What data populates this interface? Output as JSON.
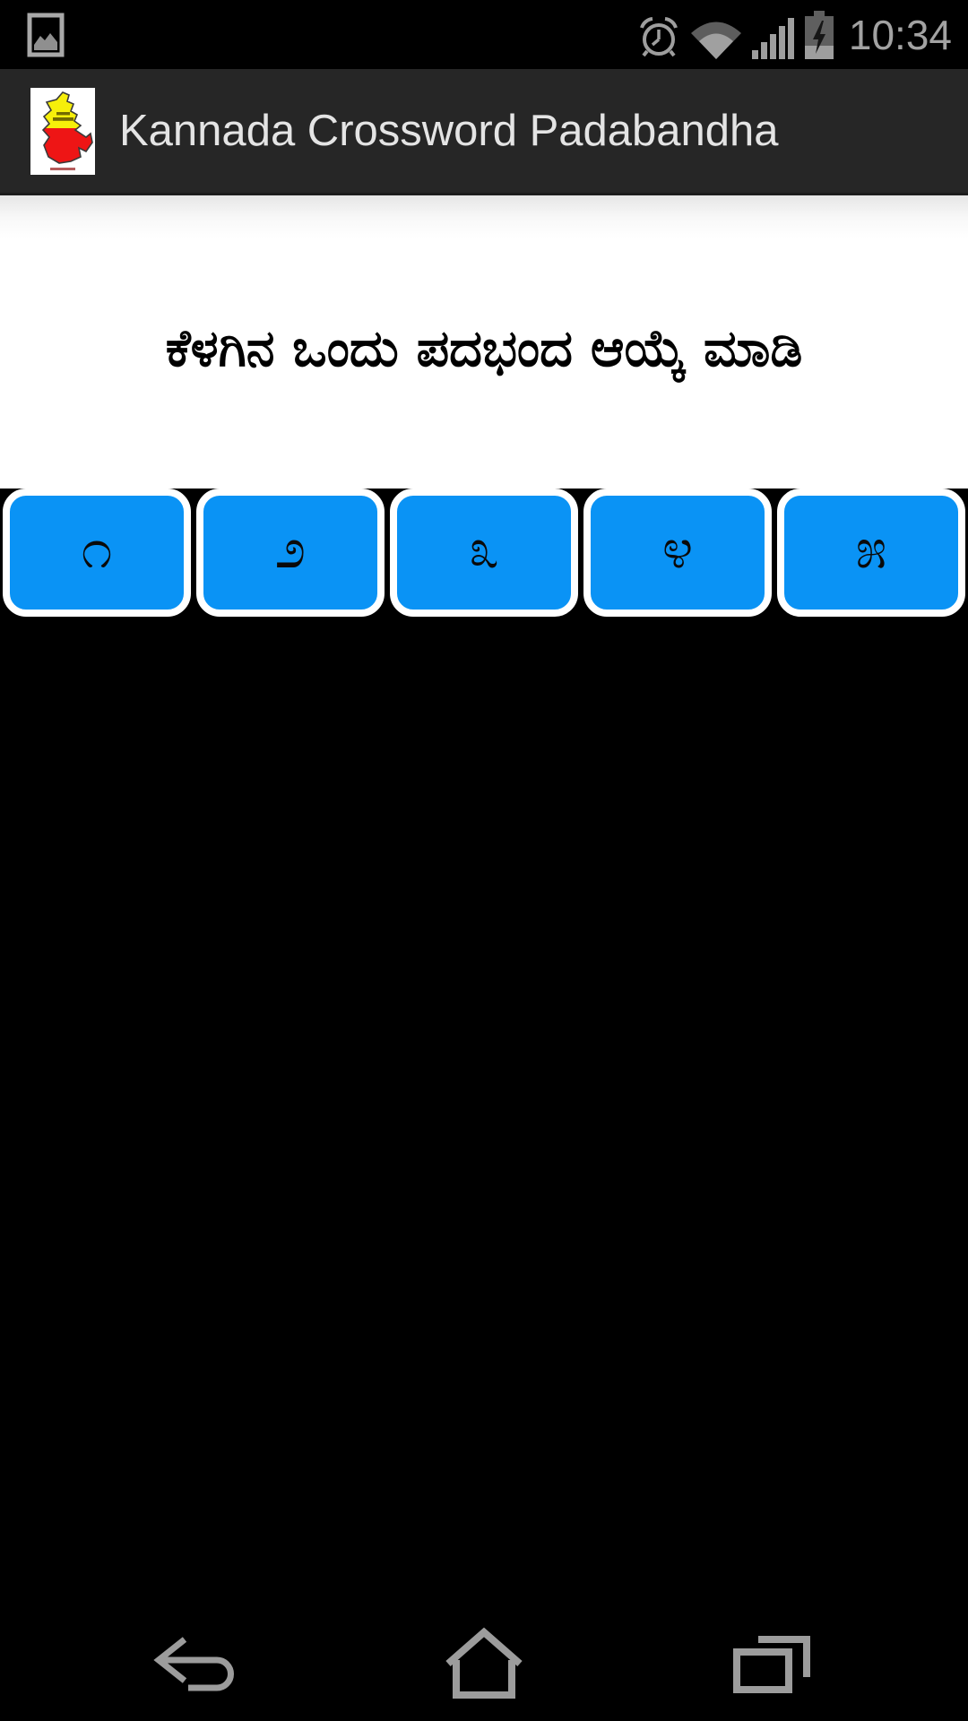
{
  "status_bar": {
    "time": "10:34",
    "left_icons": [
      "screenshot-notification"
    ],
    "right_icons": [
      "alarm-clock",
      "wifi",
      "signal-strength",
      "battery-charging"
    ]
  },
  "action_bar": {
    "title": "Kannada Crossword Padabandha",
    "app_icon": "karnataka-map-logo"
  },
  "content": {
    "instruction": "ಕೆಳಗಿನ ಒಂದು ಪದಭಂದ ಆಯ್ಕೆ ಮಾಡಿ"
  },
  "puzzles": {
    "buttons": [
      {
        "label": "೧",
        "number": 1
      },
      {
        "label": "೨",
        "number": 2
      },
      {
        "label": "೩",
        "number": 3
      },
      {
        "label": "೪",
        "number": 4
      },
      {
        "label": "೫",
        "number": 5
      }
    ]
  },
  "nav_bar": {
    "items": [
      "back",
      "home",
      "recents"
    ]
  },
  "colors": {
    "button_blue": "#0a93f5",
    "button_border": "#ffffff",
    "action_bar_bg": "#262626",
    "status_icon_gray": "#9e9e9e",
    "panel_bg": "#ffffff",
    "background": "#000000"
  }
}
